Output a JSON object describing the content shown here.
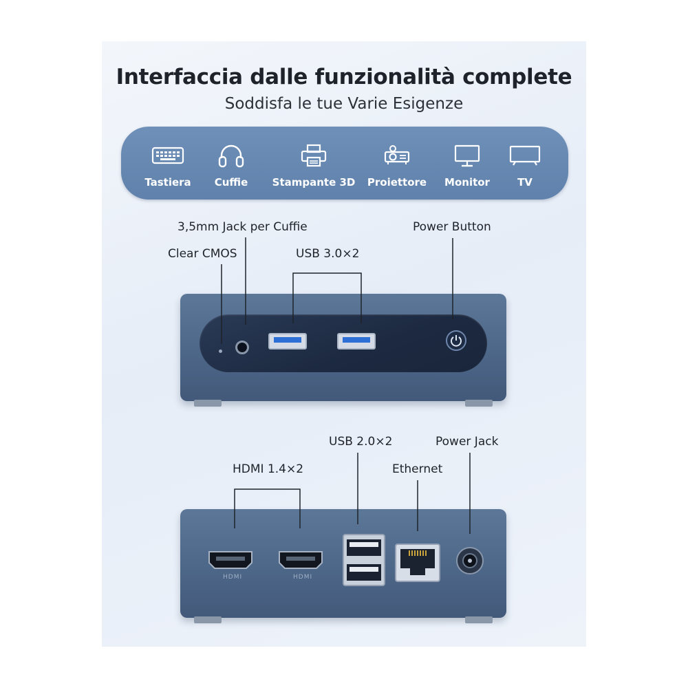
{
  "header": {
    "title": "Interfaccia dalle funzionalità complete",
    "subtitle": "Soddisfa le tue Varie Esigenze"
  },
  "devices": [
    {
      "label": "Tastiera",
      "icon": "keyboard-icon"
    },
    {
      "label": "Cuffie",
      "icon": "headphones-icon"
    },
    {
      "label": "Stampante 3D",
      "icon": "printer-icon"
    },
    {
      "label": "Proiettore",
      "icon": "projector-icon"
    },
    {
      "label": "Monitor",
      "icon": "monitor-icon"
    },
    {
      "label": "TV",
      "icon": "tv-icon"
    }
  ],
  "front": {
    "jack": "3,5mm Jack per Cuffie",
    "clear_cmos": "Clear CMOS",
    "usb3": "USB 3.0×2",
    "power_button": "Power Button"
  },
  "rear": {
    "usb2": "USB 2.0×2",
    "power_jack": "Power Jack",
    "hdmi": "HDMI 1.4×2",
    "ethernet": "Ethernet",
    "hdmi_port_label": "HDMI"
  },
  "colors": {
    "bar": "#6485b0",
    "device_body": "#4d6788",
    "usb3_accent": "#2e6fd6"
  }
}
